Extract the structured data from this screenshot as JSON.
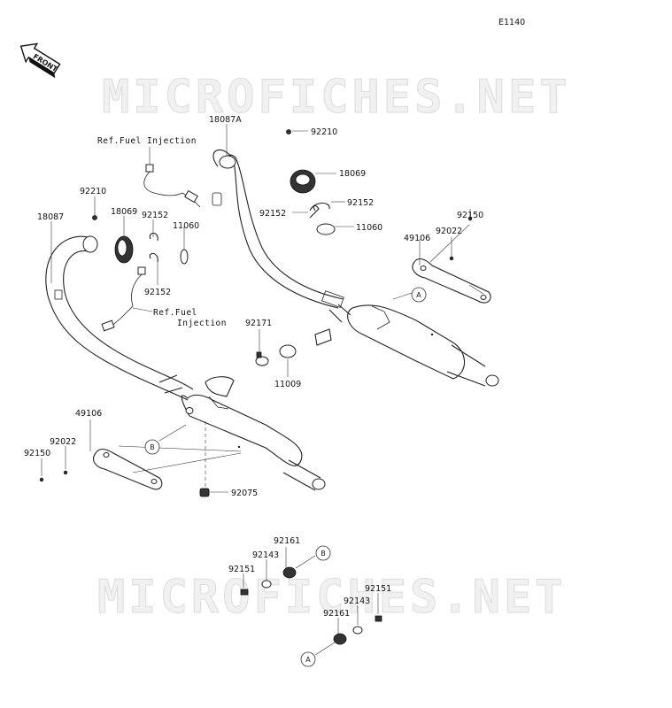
{
  "diagram_id": "E1140",
  "front_badge": "FRONT",
  "watermark": "MICROFICHES.NET",
  "ref_fuel_injection_top": "Ref.Fuel Injection",
  "ref_fuel_injection_left_line1": "Ref.Fuel",
  "ref_fuel_injection_left_line2": "Injection",
  "callouts": {
    "a": "A",
    "b": "B"
  },
  "labels": {
    "p18087a": "18087A",
    "p92210_top": "92210",
    "p18069_top": "18069",
    "p92152_r1": "92152",
    "p92152_r2": "92152",
    "p11060_r": "11060",
    "p92150_r": "92150",
    "p92022_r": "92022",
    "p49106_r": "49106",
    "p92210_left": "92210",
    "p18069_left": "18069",
    "p92152_l1": "92152",
    "p11060_l": "11060",
    "p18087": "18087",
    "p92152_l2": "92152",
    "p92171": "92171",
    "p11009": "11009",
    "p49106_l": "49106",
    "p92022_l": "92022",
    "p92150_l": "92150",
    "p92075": "92075",
    "p92161_b": "92161",
    "p92143_b": "92143",
    "p92151_b": "92151",
    "p92151_a": "92151",
    "p92143_a": "92143",
    "p92161_a": "92161"
  }
}
